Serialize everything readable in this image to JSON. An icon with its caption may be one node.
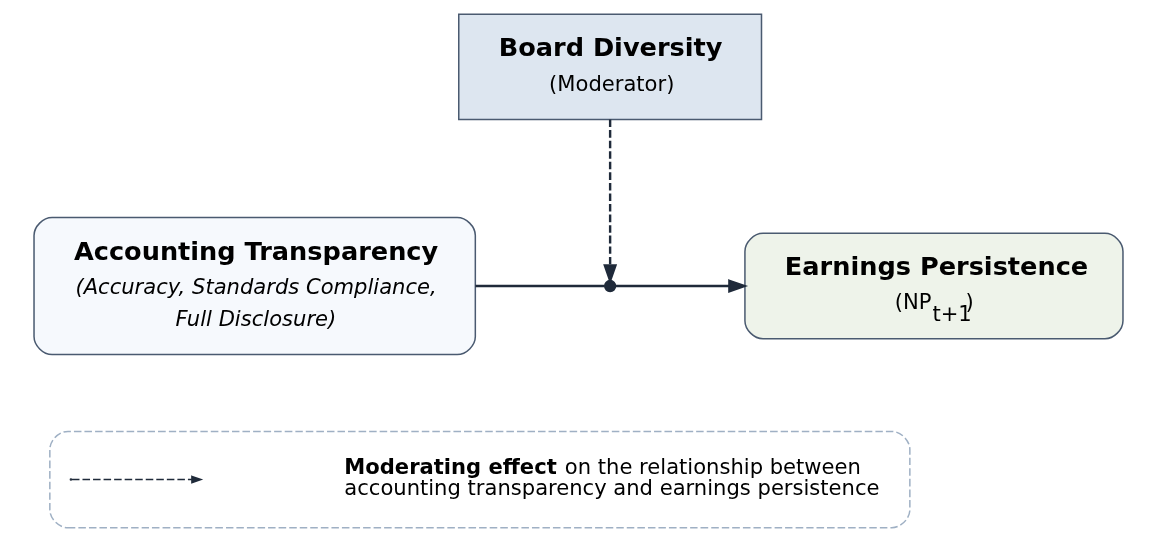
{
  "diagram": {
    "nodes": [
      {
        "text": [
          "Board Diversity",
          "(Moderator)"
        ]
      },
      {
        "text": [
          "Accounting Transparency",
          "(Accuracy, Standards Compliance, Full Disclosure)"
        ]
      },
      {
        "text": [],
        "shape": "circle"
      },
      {
        "text": [
          "Earnings Persistence",
          "(NP$_{t+1}$)"
        ]
      },
      {
        "text": [],
        "shape": "box"
      }
    ],
    "edges": [
      {
        "from": 0,
        "to": 2,
        "arrow": "to",
        "style": "dashed"
      },
      {
        "from": 1,
        "to": 2,
        "arrow": "none"
      },
      {
        "from": 2,
        "to": 3,
        "arrow": "to"
      }
    ],
    "legend": [
      {
        "text": "**Moderating effect** on the relationship between accounting transparency and earnings persistence"
      }
    ]
  }
}
